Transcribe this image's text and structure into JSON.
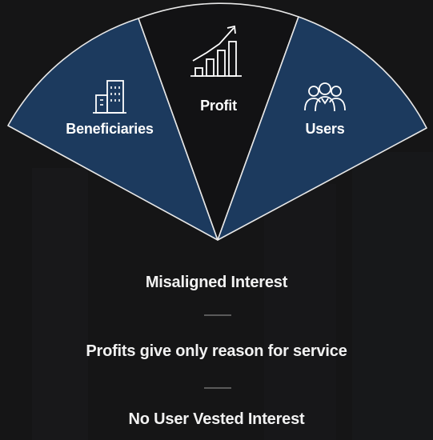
{
  "diagram": {
    "segments": [
      {
        "label": "Beneficiaries",
        "icon": "building-icon",
        "fill": "#1c3a5e"
      },
      {
        "label": "Profit",
        "icon": "growth-chart-icon",
        "fill": "#121214"
      },
      {
        "label": "Users",
        "icon": "user-group-icon",
        "fill": "#1c3a5e"
      }
    ],
    "outline_color": "#e8e8e8"
  },
  "statements": [
    {
      "text": "Misaligned Interest"
    },
    {
      "text": "Profits give only reason for service"
    },
    {
      "text": "No User Vested Interest"
    }
  ]
}
